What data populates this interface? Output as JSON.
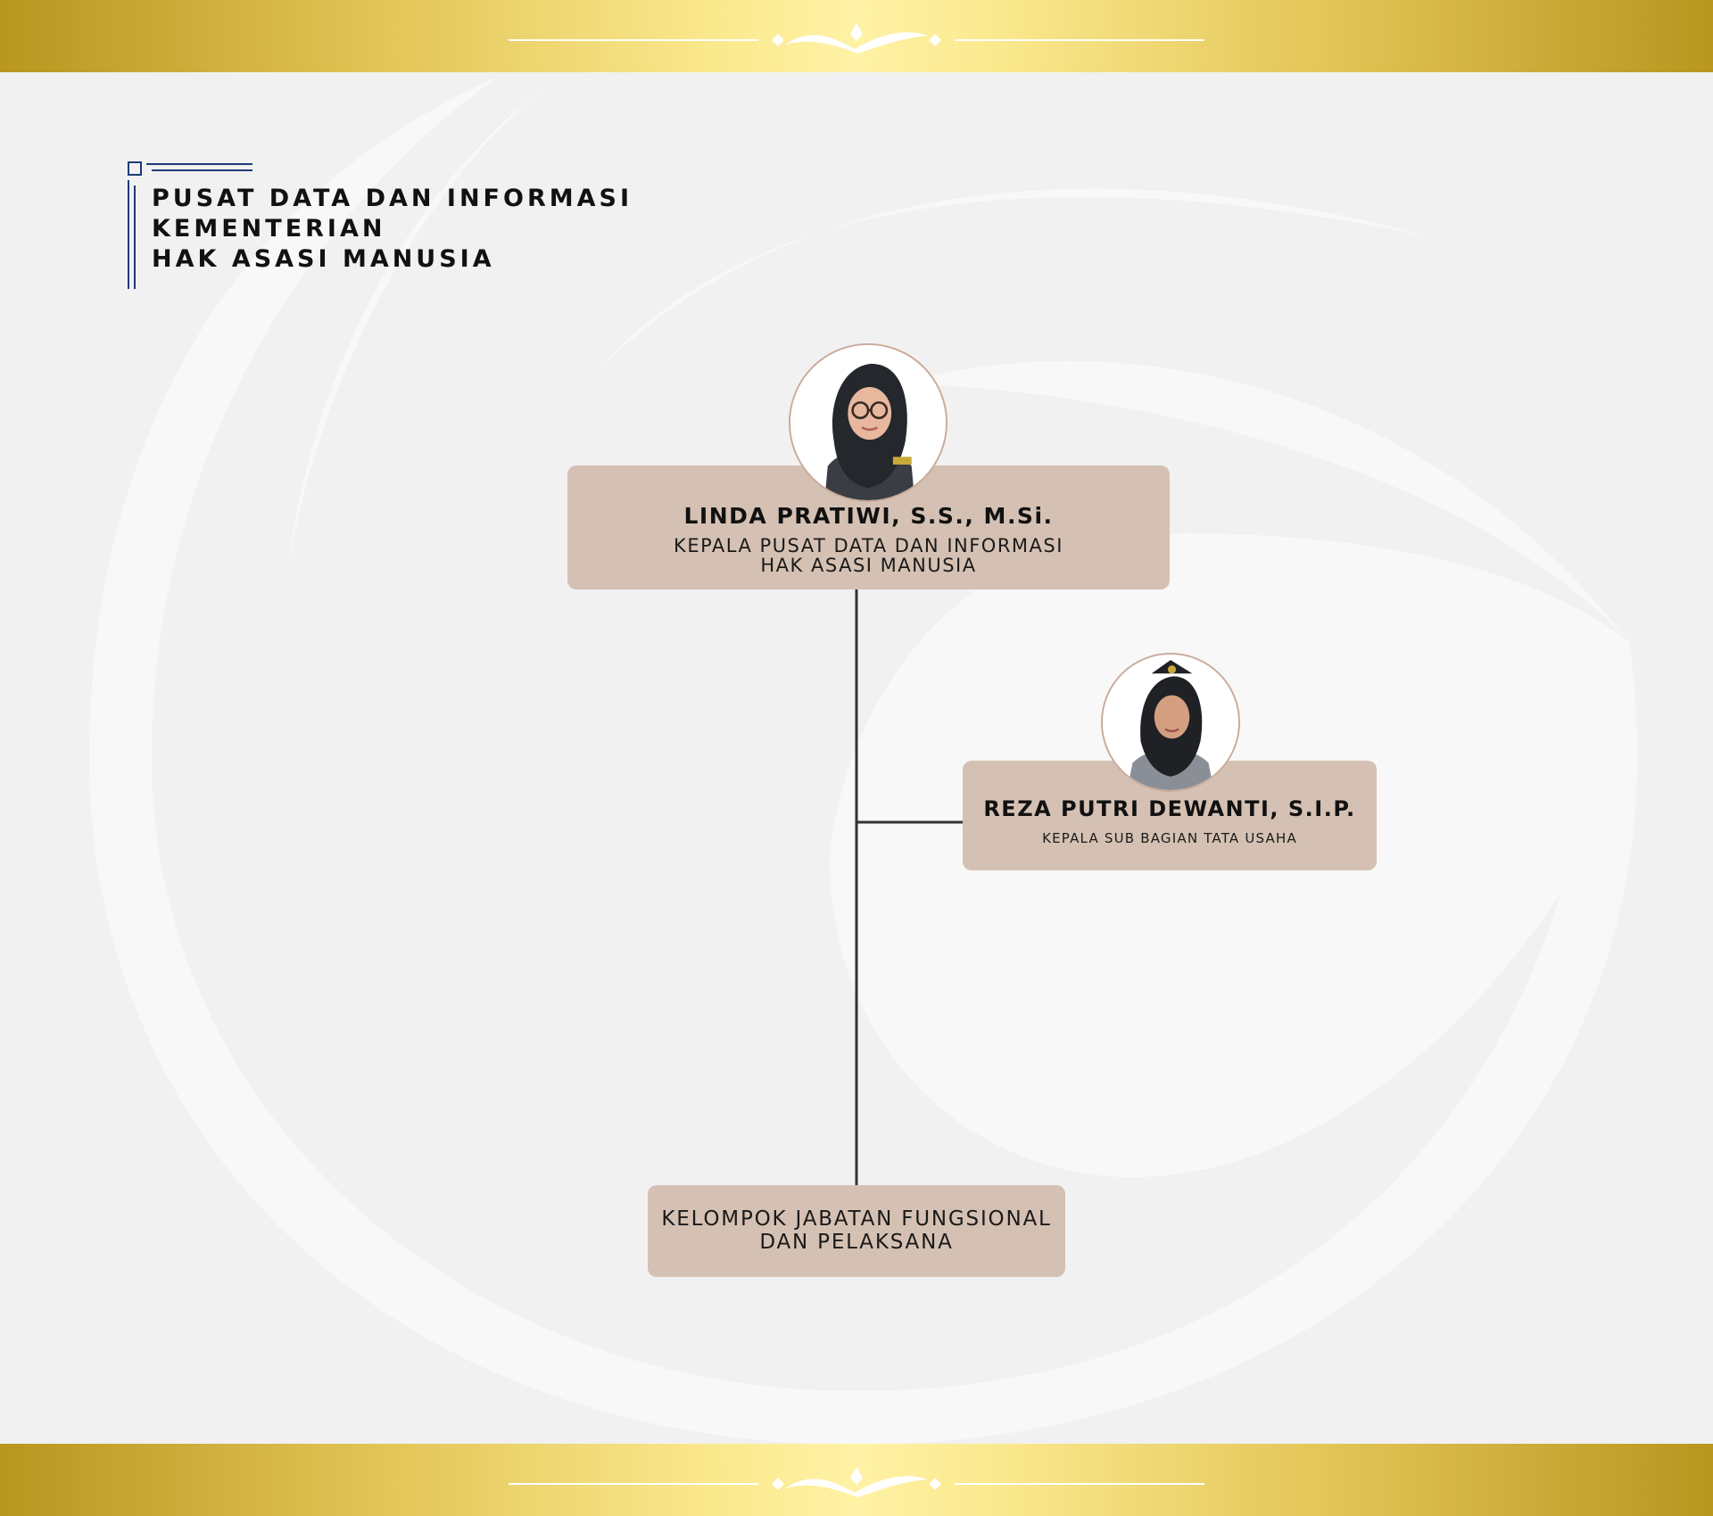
{
  "header": {
    "title_lines": [
      "PUSAT DATA DAN INFORMASI",
      "KEMENTERIAN",
      "HAK ASASI MANUSIA"
    ]
  },
  "org_chart": {
    "head": {
      "name": "LINDA PRATIWI, S.S., M.Si.",
      "role_lines": [
        "KEPALA PUSAT DATA DAN INFORMASI",
        "HAK ASASI MANUSIA"
      ],
      "photo": "portrait-photo"
    },
    "subordinate": {
      "name": "REZA PUTRI DEWANTI, S.I.P.",
      "role": "KEPALA SUB BAGIAN TATA USAHA",
      "photo": "portrait-photo"
    },
    "group": {
      "role_lines": [
        "KELOMPOK JABATAN FUNGSIONAL",
        "DAN PELAKSANA"
      ]
    }
  },
  "colors": {
    "box_fill": "#d5c1b3",
    "gold": "#e2c456",
    "frame_navy": "#1f3a78",
    "connector": "#333333"
  }
}
